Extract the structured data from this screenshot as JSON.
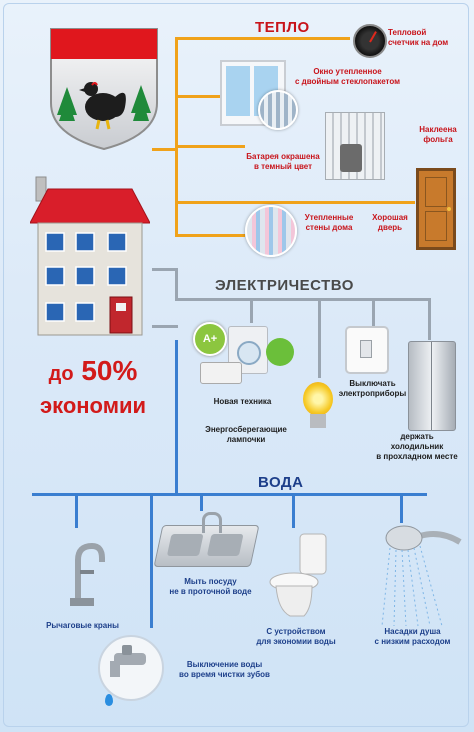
{
  "sections": {
    "heat": {
      "title": "ТЕПЛО",
      "items": {
        "meter": "Тепловой\nсчетчик на дом",
        "window": "Окно утепленное\nс двойным стеклопакетом",
        "foil": "Наклеена\nфольга",
        "radiator": "Батарея окрашена\nв темный цвет",
        "walls": "Утепленные\nстены дома",
        "door": "Хорошая\nдверь"
      }
    },
    "electricity": {
      "title": "ЭЛЕКТРИЧЕСТВО",
      "items": {
        "appliances": "Новая техника",
        "switch": "Выключать\nэлектроприборы",
        "lamps": "Энергосберегающие\nлампочки",
        "fridge": "держать\nхолодильник\nв прохладном месте"
      }
    },
    "water": {
      "title": "ВОДА",
      "items": {
        "faucet": "Рычаговые краны",
        "sink": "Мыть посуду\nне в проточной воде",
        "toilet": "С устройством\nдля экономии воды",
        "shower": "Насадки душа\nс низким расходом",
        "tap_off": "Выключение воды\nво время чистки зубов"
      }
    }
  },
  "savings": {
    "prefix": "до",
    "value": "50%",
    "suffix": "экономии"
  },
  "energy_badge": "A+",
  "colors": {
    "heat": "#c8141b",
    "electricity": "#4a4a4a",
    "water": "#1d3f8a",
    "heat_line": "#f0a21a",
    "water_line": "#3a7ed0"
  }
}
